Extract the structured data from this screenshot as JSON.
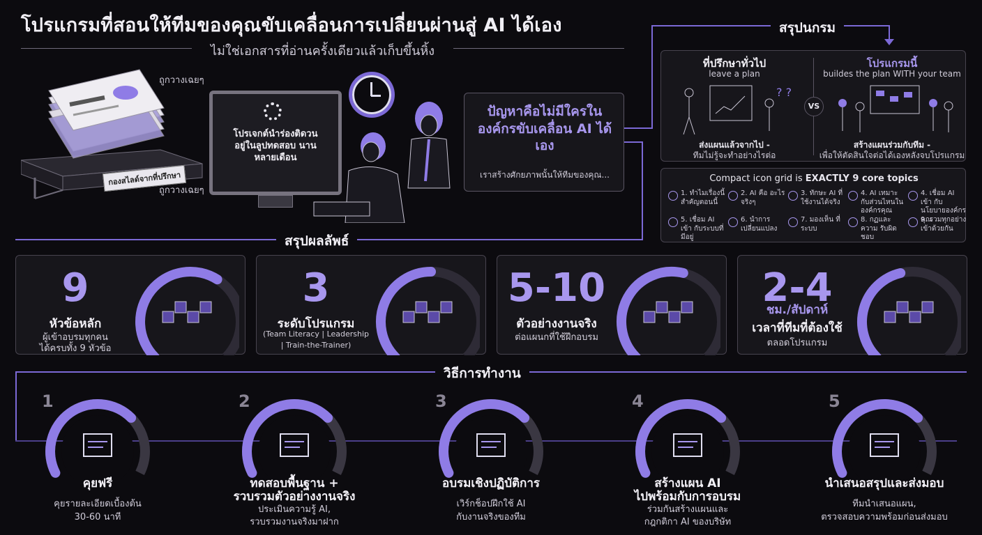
{
  "header": {
    "title": "โปรแกรมที่สอนให้ทีมของคุณขับเคลื่อนการเปลี่ยนผ่านสู่ AI ได้เอง",
    "subtitle": "ไม่ใช่เอกสารที่อ่านครั้งเดียวแล้วเก็บขึ้นหิ้ง"
  },
  "problem_scene": {
    "label_top": "ถูกวางเฉยๆ",
    "label_bottom": "ถูกวางเฉยๆ",
    "shelf_tag": "กองสไลด์จากที่ปรึกษา",
    "screen_text": "โปรเจกต์นำร่องติดวน อยู่ในลูปทดสอบ นานหลายเดือน"
  },
  "problem_box": {
    "headline": "ปัญหาคือไม่มีใครใน องค์กรขับเคลื่อน AI ได้เอง",
    "sub": "เราสร้างศักยภาพนั้นให้ทีมของคุณ..."
  },
  "summary": {
    "heading": "สรุปนกรม",
    "left_title": "ที่ปรึกษาทั่วไป",
    "left_sub": "leave a plan",
    "left_caption_1": "ส่งแผนแล้วจากไป -",
    "left_caption_2": "ทีมไม่รู้จะทำอย่างไรต่อ",
    "vs": "VS",
    "right_title": "โปรแกรมนี้",
    "right_sub": "buildes the plan WITH your team",
    "right_caption_1": "สร้างแผนร่วมกับทีม -",
    "right_caption_2": "เพื่อให้ตัดสินใจต่อได้เองหลังจบโปรแกรม"
  },
  "topics": {
    "heading_prefix": "Compact icon grid is ",
    "heading_bold": "EXACTLY 9 core topics",
    "items": [
      "1. ทำไมเรื่องนี้ สำคัญตอนนี้",
      "2. AI คือ อะไรจริงๆ",
      "3. ทักษะ AI ที่ใช้งานได้จริง",
      "4. AI เทมาะ กับส่วนไหนใน องค์กรคุณ",
      "4. เชื่อม AI เข้า กับนโยบายองค์กรคุณ",
      "5. เชื่อม AI เข้า กับระบบที่มีอยู่",
      "6. นำการ เปลี่ยนแปลง",
      "7. มองเห็น ที่ระบบ",
      "8. กฏและความ รับผิดชอบ",
      "9. รวมทุกอย่าง เข้าด้วยกัน"
    ]
  },
  "results": {
    "heading": "สรุปผลลัพธ์",
    "cards": [
      {
        "num": "9",
        "label": "หัวข้อหลัก",
        "sub1": "ผู้เข้าอบรมทุกคน",
        "sub2": "ได้ครบทั้ง 9 หัวข้อ",
        "fill": 0.62
      },
      {
        "num": "3",
        "label": "ระดับโปรแกรม",
        "sub1": "(Team Literacy | Leadership",
        "sub2": "| Train-the-Trainer)",
        "fill": 0.5
      },
      {
        "num": "5-10",
        "label": "ตัวอย่างงานจริง",
        "sub1": "ต่อแผนกที่ใช้ฝึกอบรม",
        "sub2": "",
        "fill": 0.55
      },
      {
        "num": "2-4",
        "label": "ชม./สัปดาห์",
        "label2": "เวลาที่ทีมที่ต้องใช้",
        "sub1": "ตลอดโปรแกรม",
        "sub2": "",
        "fill": 0.45
      }
    ]
  },
  "process": {
    "heading": "วิธีการทำงาน",
    "steps": [
      {
        "num": "1",
        "title": "คุยฟรี",
        "title2": "",
        "desc1": "คุยรายละเอียดเบื้องต้น",
        "desc2": "30-60 นาที"
      },
      {
        "num": "2",
        "title": "ทดสอบพื้นฐาน +",
        "title2": "รวบรวมตัวอย่างงานจริง",
        "desc1": "ประเมินความรู้ AI,",
        "desc2": "รวบรวมงานจริงมาฝาก"
      },
      {
        "num": "3",
        "title": "อบรมเชิงปฏิบัติการ",
        "title2": "",
        "desc1": "เวิร์กช็อปฝึกใช้ AI",
        "desc2": "กับงานจริงของทีม"
      },
      {
        "num": "4",
        "title": "สร้างแผน AI",
        "title2": "ไปพร้อมกับการอบรม",
        "desc1": "ร่วมกันสร้างแผนและ",
        "desc2": "กฎกติกา AI ของบริษัท"
      },
      {
        "num": "5",
        "title": "นำเสนอสรุปและส่งมอบ",
        "title2": "",
        "desc1": "ทีมนำเสนอแผน,",
        "desc2": "ตรวจสอบความพร้อมก่อนส่งมอบ"
      }
    ]
  },
  "colors": {
    "accent": "#8f7ce6",
    "accent_dark": "#5b4aa8",
    "bg": "#0c0b0f",
    "card": "#17161b"
  }
}
